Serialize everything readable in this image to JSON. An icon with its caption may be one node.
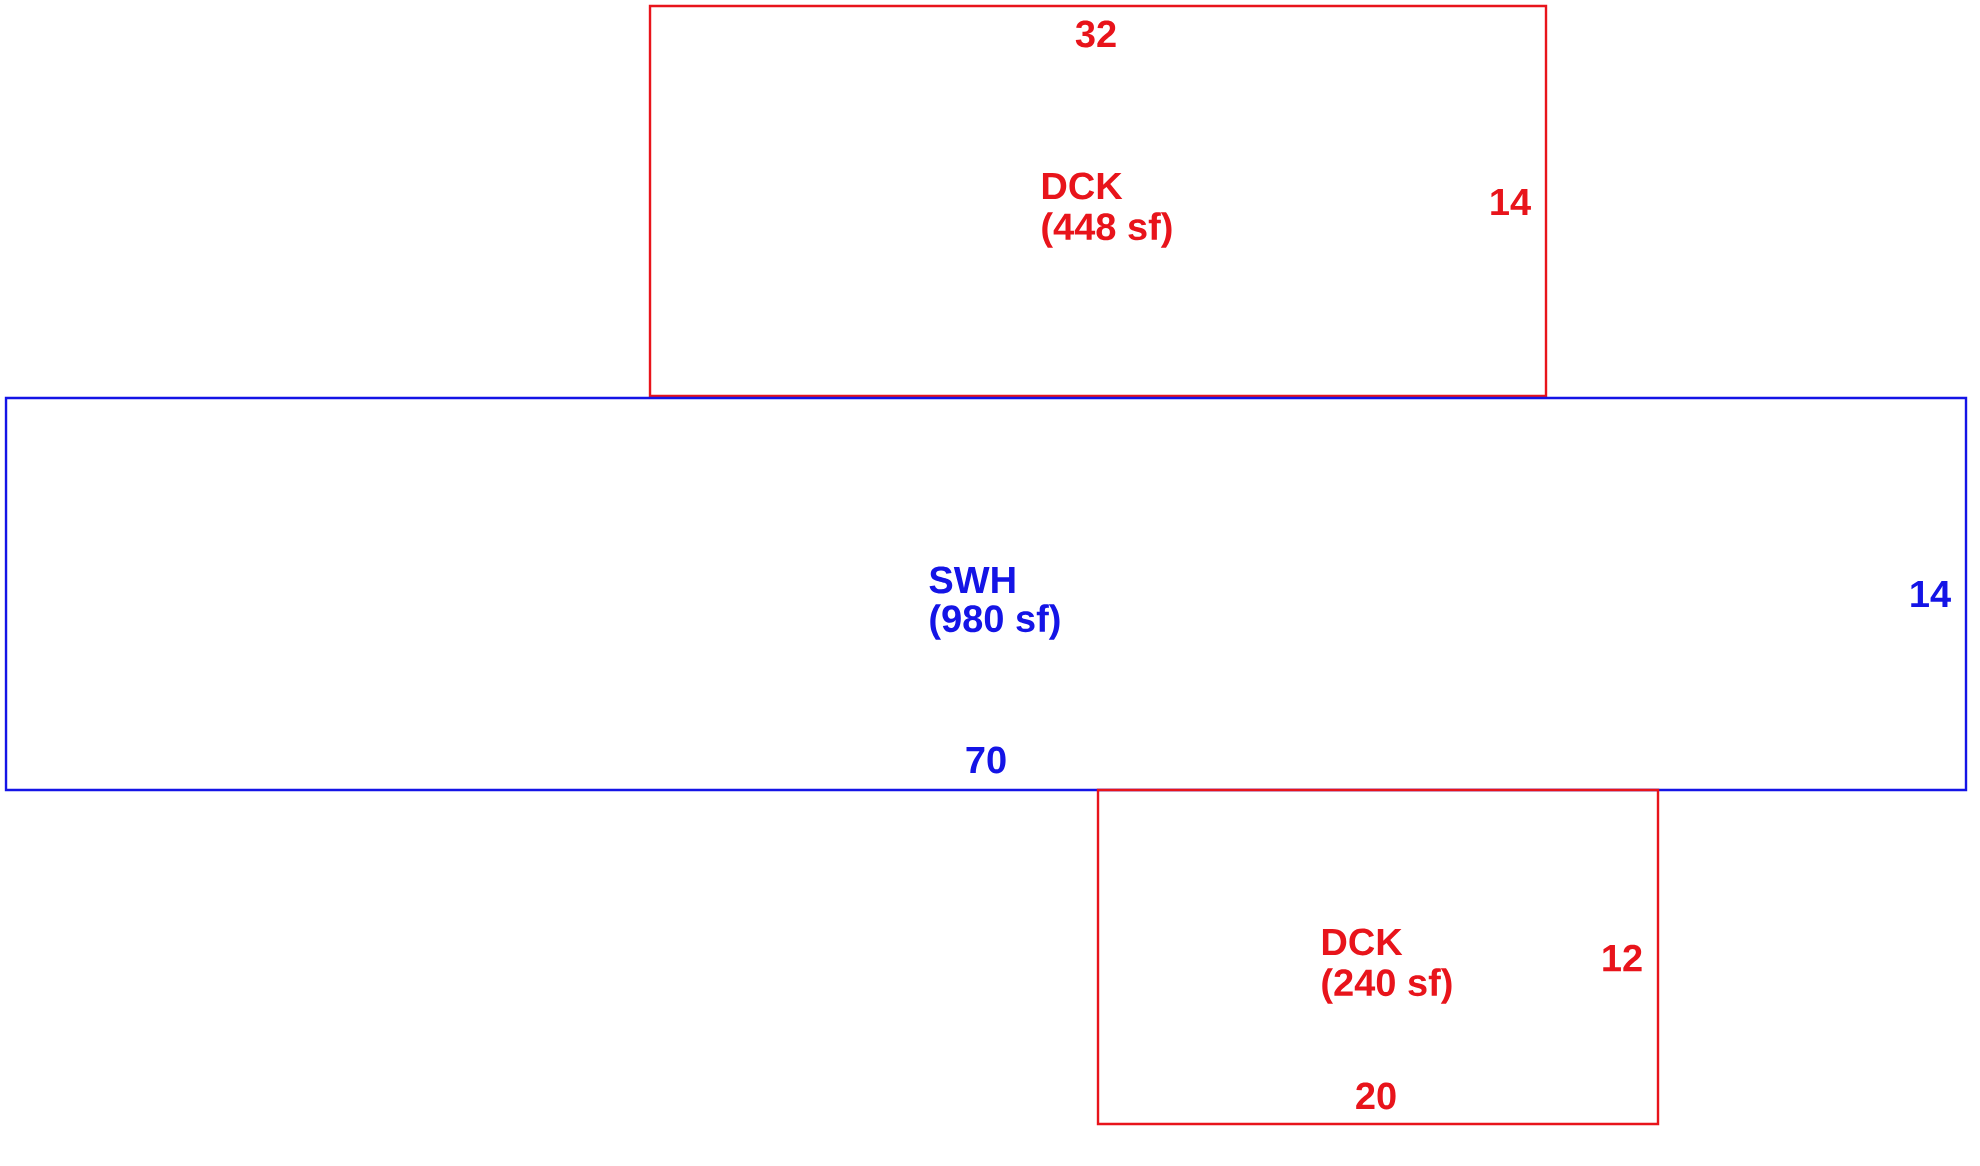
{
  "diagram": {
    "nodes": [
      {
        "text": [
          "32",
          "DCK",
          "(448 sf)",
          "14"
        ]
      },
      {
        "text": [
          "SWH",
          "(980 sf)",
          "14",
          "70"
        ]
      },
      {
        "text": [
          "DCK",
          "(240 sf)",
          "12",
          "20"
        ]
      }
    ]
  }
}
